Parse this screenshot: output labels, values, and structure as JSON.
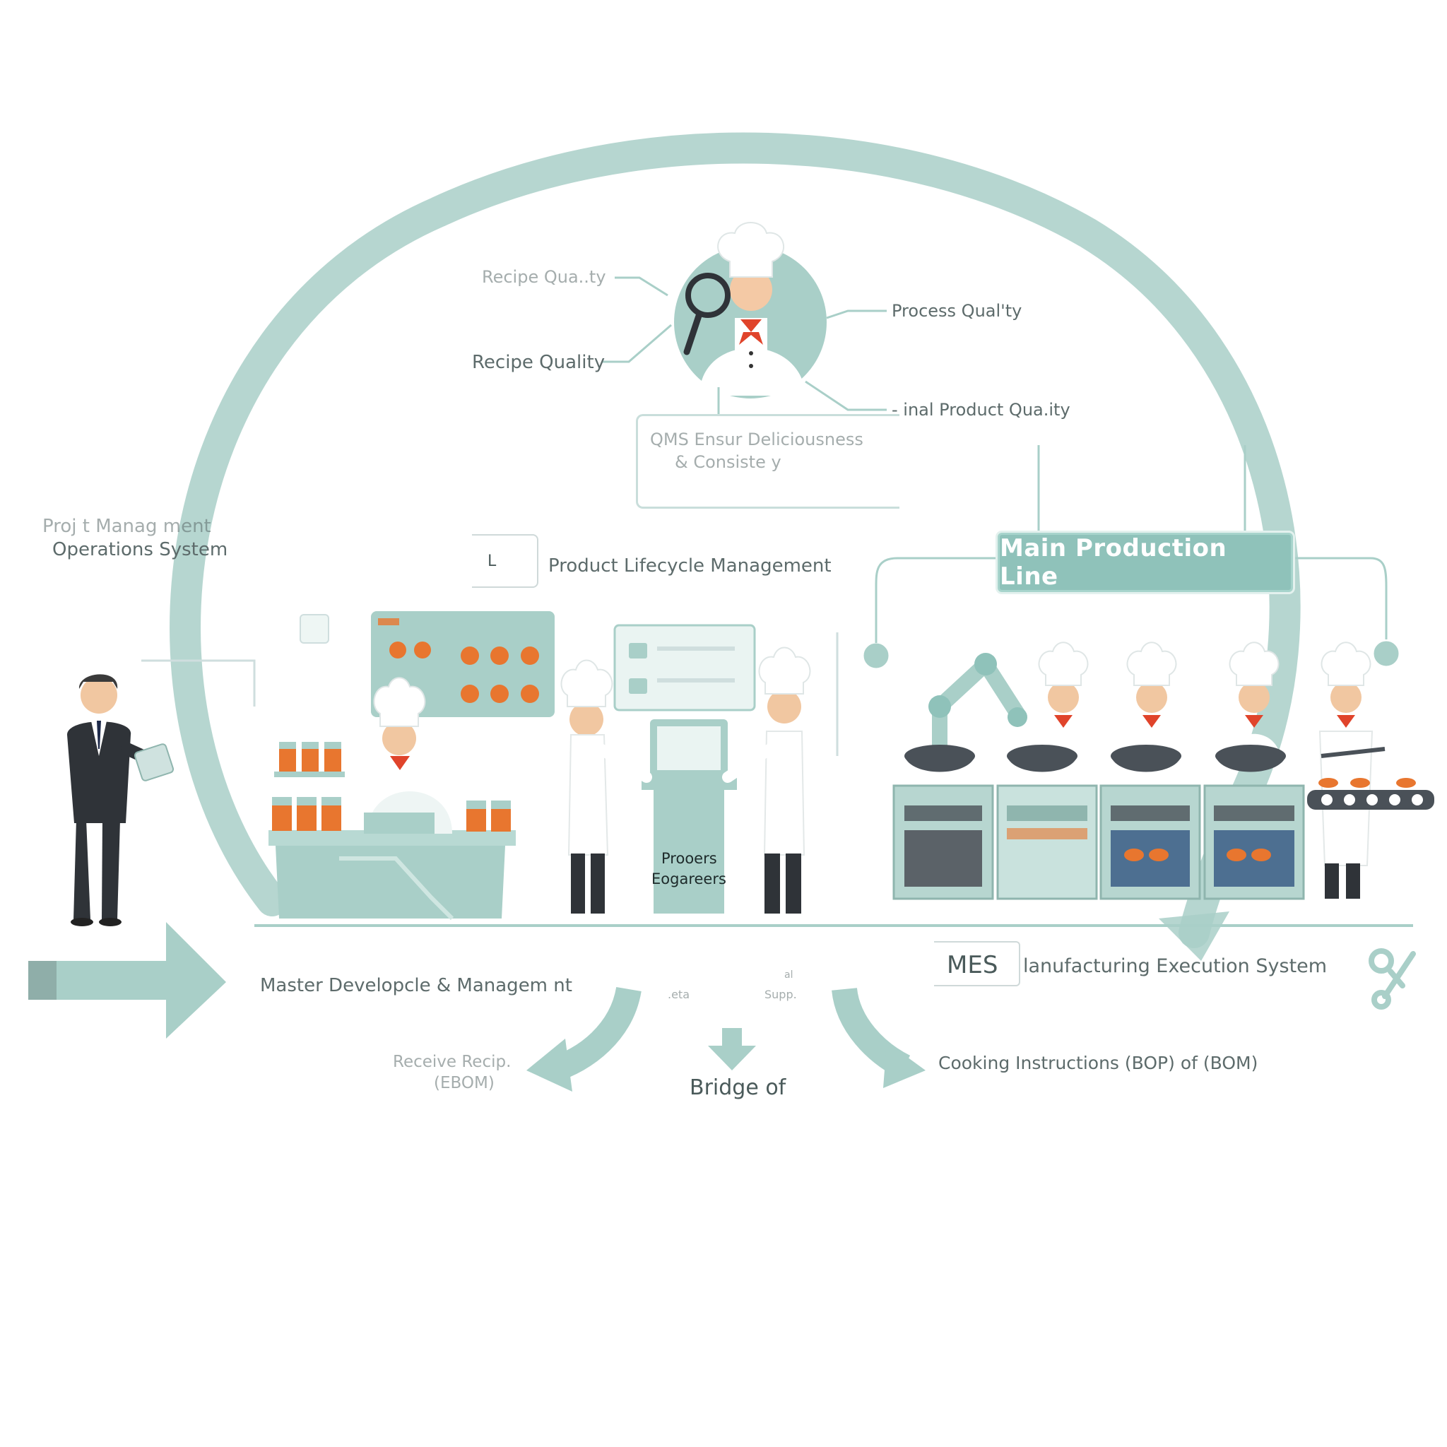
{
  "diagram": {
    "quality_labels": {
      "recipe_quality_top": "Recipe Qua..ty",
      "recipe_quality": "Recipe Quality",
      "process_quality": "Process Qual'ty",
      "final_product_quality": "- inal Product Qua.ity"
    },
    "qms": {
      "line1": "QMS  Ensur     Deliciousness",
      "line2": "& Consiste    y"
    },
    "project_management": {
      "line1": "Proj  t Manag  ment",
      "line2": "Operations System"
    },
    "plm": {
      "mark": "L",
      "label": "Product Lifecycle Management"
    },
    "main_production_line": "Main Production Line",
    "process_engineers": {
      "line1": "Prooers",
      "line2": "Eogareers"
    },
    "master_development": "Master Developcle & Managem   nt",
    "small_labels": {
      "top": "al",
      "data": "  .eta",
      "support": "Supp."
    },
    "mes": {
      "abbr": "MES",
      "label": "lanufacturing Execution System"
    },
    "receive_recipe": {
      "line1": "Receive Recip.",
      "line2": "(EBOM)"
    },
    "bridge": "Bridge of",
    "cooking_instructions": "Cooking Instructions (BOP) of (BOM)"
  },
  "colors": {
    "teal": "#a9cfc8",
    "teal_dark": "#7fb4ab",
    "chef_red": "#e0442b",
    "suit": "#2f3338",
    "orange": "#e8762f"
  }
}
